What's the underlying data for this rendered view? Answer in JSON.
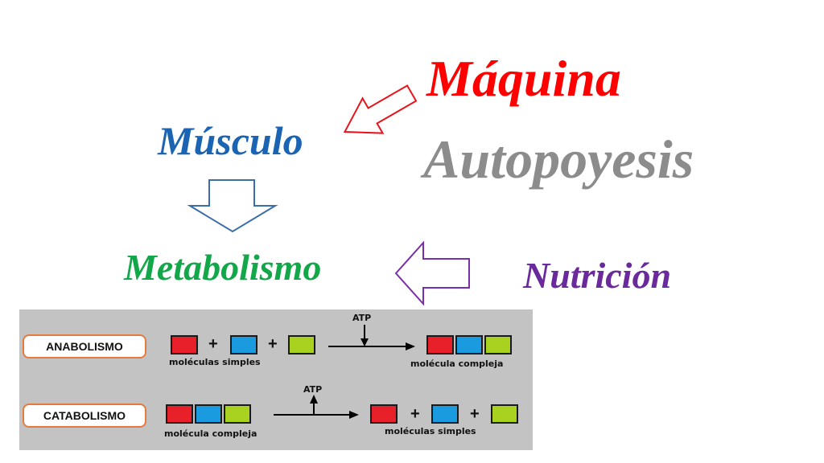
{
  "words": {
    "maquina": "Máquina",
    "autopoyesis": "Autopoyesis",
    "musculo": "Músculo",
    "metabolismo": "Metabolismo",
    "nutricion": "Nutrición"
  },
  "colors": {
    "maquina": "#ff0000",
    "autopoyesis": "#8c8c8c",
    "musculo": "#1b63b3",
    "metabolismo": "#12a84a",
    "nutricion": "#6a2a9c",
    "red_block": "#e8202a",
    "blue_block": "#1a9be0",
    "green_block": "#a8d21f"
  },
  "arrows": {
    "maquina_to_musculo": "hollow-red-arrow",
    "musculo_to_metabolismo": "hollow-blue-arrow",
    "nutricion_to_metabolismo": "hollow-purple-arrow"
  },
  "reactions": {
    "anabolismo": {
      "name": "ANABOLISMO",
      "reactant_label": "moléculas simples",
      "energy_label": "ATP",
      "product_label": "molécula compleja"
    },
    "catabolismo": {
      "name": "CATABOLISMO",
      "reactant_label": "molécula compleja",
      "energy_label": "ATP",
      "product_label": "moléculas simples"
    },
    "plus_sign": "+"
  }
}
